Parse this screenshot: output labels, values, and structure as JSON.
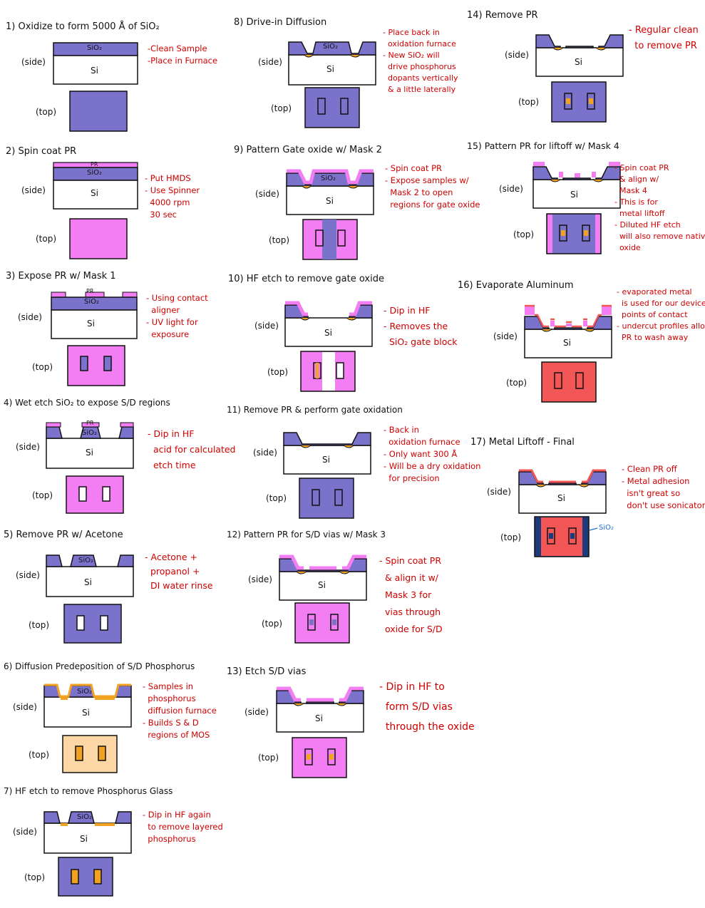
{
  "common": {
    "side": "(side)",
    "top": "(top)",
    "si": "Si",
    "sio2": "SiO₂",
    "pr": "PR",
    "sio2_callout": "SiO₂"
  },
  "colors": {
    "oxide": "#7b72cc",
    "pr": "#f37df3",
    "si": "#ffffff",
    "dopant": "#f3a21f",
    "metal": "#f25656",
    "glass": "#fcd7a5",
    "outline": "#111111",
    "annotation": "#d00000"
  },
  "steps": [
    {
      "title": "1)  Oxidize to form 5000 Å of SiO₂",
      "notes": "-Clean Sample\n-Place in Furnace"
    },
    {
      "title": "2)  Spin coat PR",
      "notes": "- Put HMDS\n- Use Spinner\n  4000 rpm\n  30 sec"
    },
    {
      "title": "3)  Expose PR w/ Mask 1",
      "notes": "- Using contact\n  aligner\n- UV light for\n  exposure"
    },
    {
      "title": "4) Wet etch SiO₂ to expose S/D regions",
      "notes": "- Dip in HF\n  acid for calculated\n  etch time"
    },
    {
      "title": "5)  Remove PR w/ Acetone",
      "notes": "- Acetone +\n  propanol +\n  DI water rinse"
    },
    {
      "title": "6)  Diffusion Predeposition of S/D Phosphorus",
      "notes": "- Samples in\n  phosphorus\n  diffusion furnace\n- Builds S & D\n  regions of MOS"
    },
    {
      "title": "7)  HF etch to remove Phosphorus Glass",
      "notes": "- Dip in HF again\n  to remove layered\n  phosphorus"
    },
    {
      "title": "8)  Drive-in Diffusion",
      "notes": "- Place back in\n  oxidation furnace\n- New SiO₂ will\n  drive phosphorus\n  dopants vertically\n  & a little laterally"
    },
    {
      "title": "9)  Pattern Gate oxide w/ Mask 2",
      "notes": "- Spin coat PR\n- Expose samples w/\n  Mask 2 to open\n  regions for gate oxide"
    },
    {
      "title": "10)  HF etch to remove gate oxide",
      "notes": "- Dip in HF\n- Removes the\n  SiO₂ gate block"
    },
    {
      "title": "11)  Remove PR & perform gate oxidation",
      "notes": "- Back in\n  oxidation furnace\n- Only want 300 Å\n- Will be a dry oxidation\n  for precision"
    },
    {
      "title": "12)  Pattern PR for S/D vias w/ Mask 3",
      "notes": "- Spin coat PR\n  & align it w/\n  Mask 3 for\n  vias through\n  oxide for S/D"
    },
    {
      "title": "13)  Etch S/D vias",
      "notes": "- Dip in HF to\n  form S/D vias\n  through the oxide"
    },
    {
      "title": "14)  Remove PR",
      "notes": "- Regular clean\n  to remove PR"
    },
    {
      "title": "15)  Pattern PR for liftoff  w/  Mask 4",
      "notes": "- Spin coat PR\n  & align w/\n  Mask 4\n- This is for\n  metal liftoff\n- Diluted HF etch\n  will also remove native\n  oxide"
    },
    {
      "title": "16)  Evaporate Aluminum",
      "notes": "- evaporated metal\n  is used for our device\n  points of contact\n- undercut profiles allow\n  PR to wash away"
    },
    {
      "title": "17)  Metal Liftoff  -  Final",
      "notes": "- Clean PR off\n- Metal adhesion\n  isn't great so\n  don't use sonicator"
    }
  ]
}
